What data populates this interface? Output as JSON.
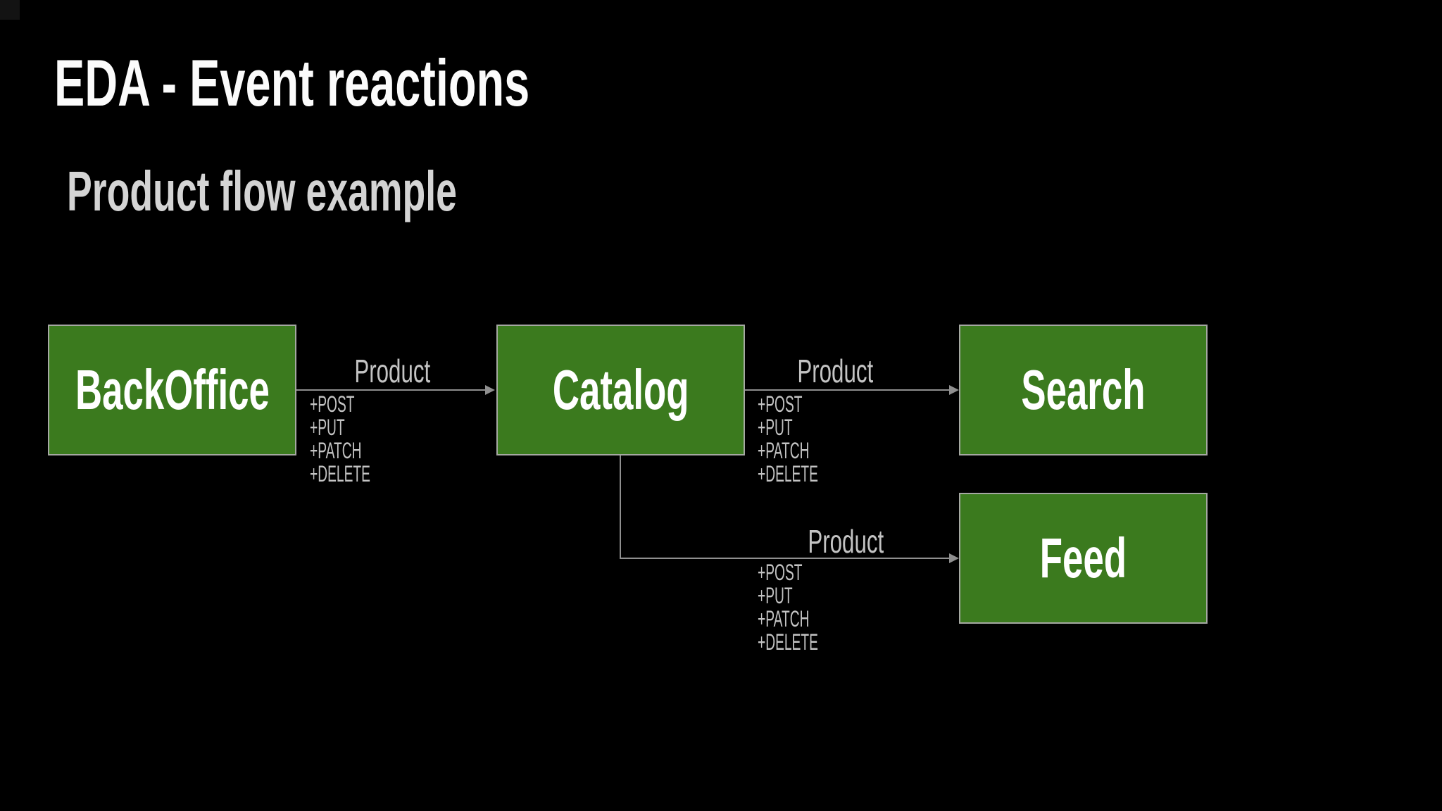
{
  "slide": {
    "title": "EDA - Event reactions",
    "subtitle": "Product flow example"
  },
  "colors": {
    "background": "#000000",
    "node_fill": "#3b7a1e",
    "node_border": "#a5a8a2",
    "node_text": "#ffffff",
    "arrow": "#8f8f8f",
    "title_text": "#fbfbfb",
    "subtitle_text": "#d4d4d4",
    "edge_label_text": "#c3c3c3"
  },
  "diagram": {
    "nodes": [
      {
        "id": "backoffice",
        "label": "BackOffice"
      },
      {
        "id": "catalog",
        "label": "Catalog"
      },
      {
        "id": "search",
        "label": "Search"
      },
      {
        "id": "feed",
        "label": "Feed"
      }
    ],
    "edges": [
      {
        "from": "BackOffice",
        "to": "Catalog",
        "label": "Product",
        "methods": [
          "+POST",
          "+PUT",
          "+PATCH",
          "+DELETE"
        ]
      },
      {
        "from": "Catalog",
        "to": "Search",
        "label": "Product",
        "methods": [
          "+POST",
          "+PUT",
          "+PATCH",
          "+DELETE"
        ]
      },
      {
        "from": "Catalog",
        "to": "Feed",
        "label": "Product",
        "methods": [
          "+POST",
          "+PUT",
          "+PATCH",
          "+DELETE"
        ]
      }
    ]
  }
}
